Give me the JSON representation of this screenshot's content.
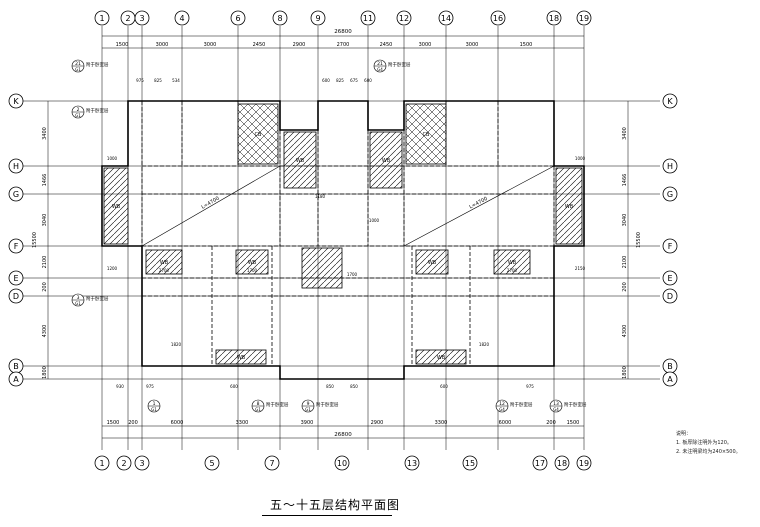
{
  "title": "五～十五层结构平面图",
  "top_axes": [
    "1",
    "2",
    "3",
    "4",
    "6",
    "8",
    "9",
    "11",
    "12",
    "14",
    "16",
    "18",
    "19"
  ],
  "bottom_axes": [
    "1",
    "2",
    "3",
    "5",
    "7",
    "10",
    "13",
    "15",
    "17",
    "18",
    "19"
  ],
  "left_axes": [
    "K",
    "H",
    "G",
    "F",
    "E",
    "D",
    "B",
    "A"
  ],
  "top_overall_dim": "26800",
  "bottom_overall_dim": "26800",
  "top_dims": [
    "1500",
    "3000",
    "3000",
    "2450",
    "2900",
    "2700",
    "2450",
    "3000",
    "3000",
    "1500"
  ],
  "bottom_dims": [
    "1500",
    "200",
    "6000",
    "3300",
    "3900",
    "2900",
    "3300",
    "6000",
    "200",
    "1500"
  ],
  "left_dims": [
    "3400",
    "1466",
    "3040",
    "2100",
    "200",
    "4300",
    "1800"
  ],
  "left_total": "15500",
  "room_labels": [
    "CB",
    "CB",
    "WB",
    "WB",
    "WB",
    "WB",
    "WB",
    "WB",
    "WB",
    "WB",
    "WB",
    "WB"
  ],
  "slab_spans": [
    "L=4700",
    "L=4700"
  ],
  "detail_refs": {
    "top": [
      "附于卧室层",
      "附于卧室层",
      "附于卧室层",
      "附于卧室层"
    ],
    "top_nums": [
      "21",
      "2",
      "3",
      "21",
      "2"
    ],
    "bottom": [
      "附于卧室层",
      "附于卧室层",
      "附于卧室层",
      "附于卧室层"
    ],
    "bottom_nums": [
      "1",
      "8",
      "9",
      "12",
      "13"
    ],
    "sheet": [
      "G1",
      "G1",
      "G4",
      "G4"
    ]
  },
  "local_dims_top": [
    "975",
    "825",
    "534",
    "600",
    "825",
    "675",
    "600"
  ],
  "local_dims_mid": [
    "1000",
    "1200",
    "1180",
    "1000",
    "1000",
    "2150",
    "1700",
    "1700",
    "2700",
    "2700"
  ],
  "local_dims_bottom": [
    "1820",
    "1820",
    "930",
    "975",
    "975",
    "600",
    "850",
    "850",
    "600"
  ],
  "legend": {
    "heading": "说明：",
    "items": [
      "1. 板厚除注明外为120。",
      "2. 未注明梁均为240×500。"
    ]
  }
}
